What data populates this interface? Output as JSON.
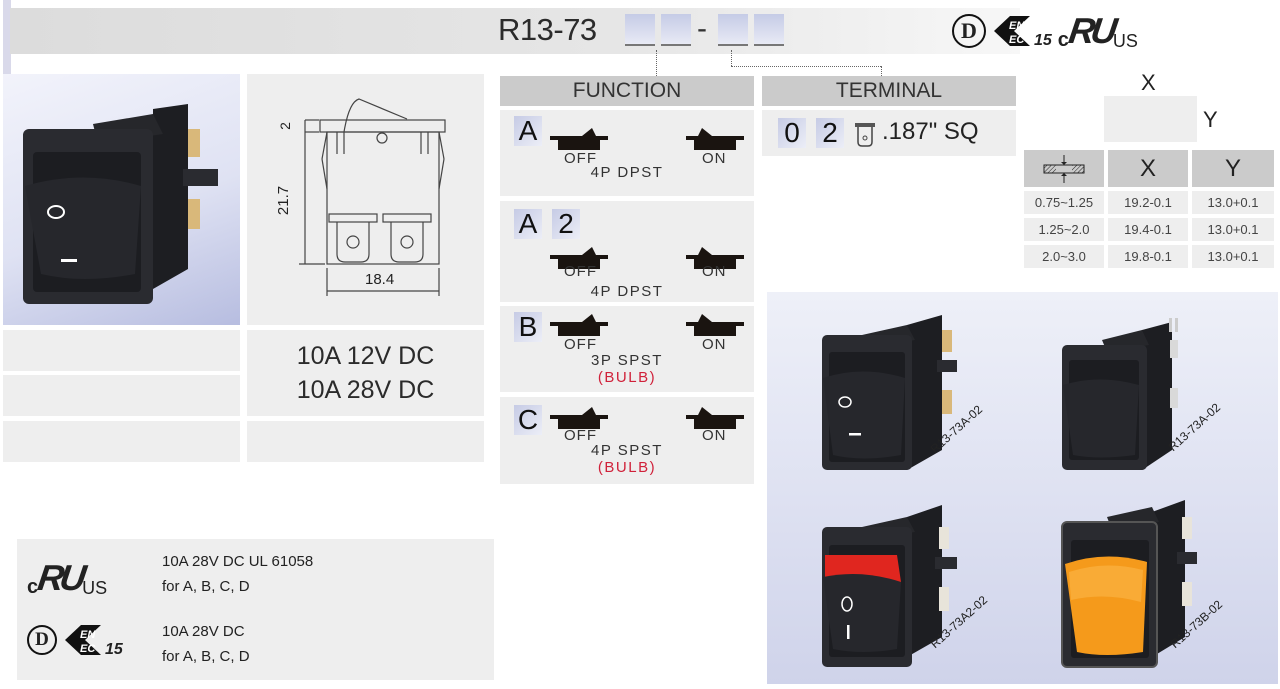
{
  "header": {
    "model_prefix": "R13-73",
    "separator": "-",
    "code_slots": 4,
    "certifications": [
      "D-mark",
      "ENEC 15",
      "cULus"
    ],
    "d_mark": "D",
    "enec_top": "EN",
    "enec_bottom": "EC",
    "enec_number": "15",
    "ul_c": "c",
    "ul_ru": "RU",
    "ul_us": "US"
  },
  "drawing": {
    "height_dim": "21.7",
    "top_dim": "2",
    "width_dim": "18.4"
  },
  "ratings": {
    "line1": "10A 12V DC",
    "line2": "10A 28V DC"
  },
  "function": {
    "title": "FUNCTION",
    "options": [
      {
        "codes": [
          "A"
        ],
        "off": "OFF",
        "on": "ON",
        "desc": "4P DPST",
        "bulb": ""
      },
      {
        "codes": [
          "A",
          "2"
        ],
        "off": "OFF",
        "on": "ON",
        "desc": "4P DPST",
        "bulb": ""
      },
      {
        "codes": [
          "B"
        ],
        "off": "OFF",
        "on": "ON",
        "desc": "3P SPST",
        "bulb": "(BULB)"
      },
      {
        "codes": [
          "C"
        ],
        "off": "OFF",
        "on": "ON",
        "desc": "4P SPST",
        "bulb": "(BULB)"
      }
    ]
  },
  "terminal": {
    "title": "TERMINAL",
    "codes": [
      "0",
      "2"
    ],
    "icon": "quick-connect-tab-icon",
    "desc": ".187\" SQ"
  },
  "panel_cutout": {
    "x_label": "X",
    "y_label": "Y",
    "headers": [
      "panel-thickness-icon",
      "X",
      "Y"
    ],
    "rows": [
      [
        "0.75~1.25",
        "19.2-0.1",
        "13.0+0.1"
      ],
      [
        "1.25~2.0",
        "19.4-0.1",
        "13.0+0.1"
      ],
      [
        "2.0~3.0",
        "19.8-0.1",
        "13.0+0.1"
      ]
    ]
  },
  "products": [
    {
      "label": "R13-73A-02",
      "rocker": "black",
      "marks": true
    },
    {
      "label": "R13-73A-02",
      "rocker": "black",
      "marks": false
    },
    {
      "label": "R13-73A2-02",
      "rocker": "red",
      "marks": true
    },
    {
      "label": "R13-73B-02",
      "rocker": "amber",
      "marks": false
    }
  ],
  "approvals": [
    {
      "mark": "cULus",
      "line1": "10A 28V DC UL 61058",
      "line2": "for A, B, C, D"
    },
    {
      "mark": "D ENEC15",
      "line1": "10A 28V DC",
      "line2": "for A, B, C, D"
    }
  ],
  "colors": {
    "header_bg": "#cbcbcb",
    "cell_bg": "#eeeeee",
    "bulb_red": "#d0213a",
    "code_box": "#c6cbe5",
    "amber": "#f59a1b",
    "rocker_red": "#e0261f"
  }
}
